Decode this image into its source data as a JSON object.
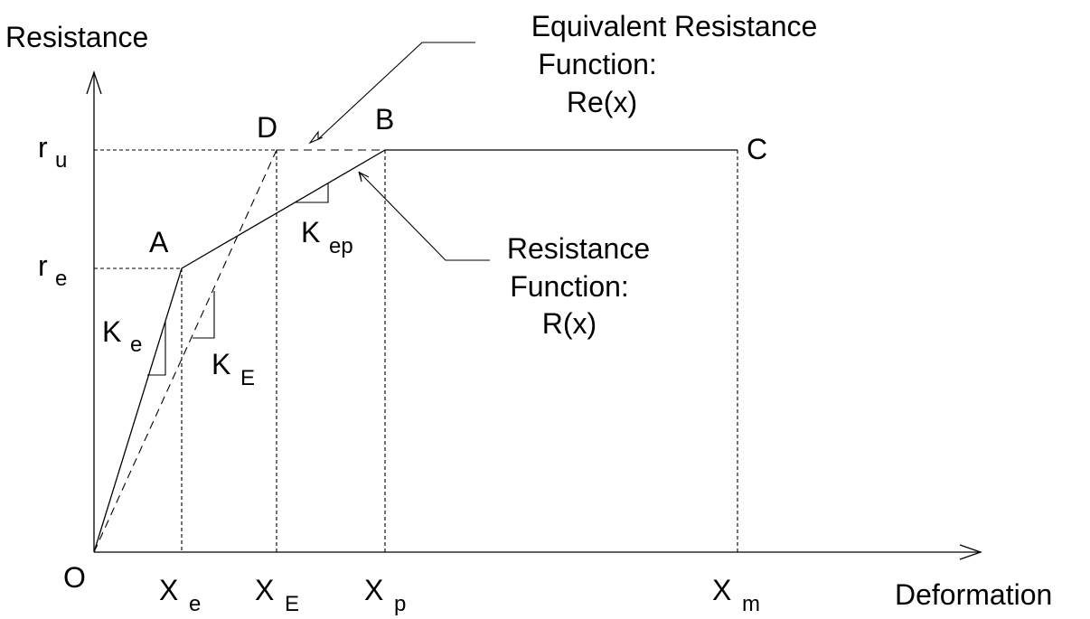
{
  "axes": {
    "y_title": "Resistance",
    "x_title": "Deformation",
    "origin": "O"
  },
  "y_levels": [
    {
      "id": "ru",
      "main": "r",
      "sub": "u"
    },
    {
      "id": "re",
      "main": "r",
      "sub": "e"
    }
  ],
  "x_marks": [
    {
      "id": "xe",
      "main": "X",
      "sub": "e"
    },
    {
      "id": "xE",
      "main": "X",
      "sub": "E"
    },
    {
      "id": "xp",
      "main": "X",
      "sub": "p"
    },
    {
      "id": "xm",
      "main": "X",
      "sub": "m"
    }
  ],
  "points": {
    "A": "A",
    "B": "B",
    "C": "C",
    "D": "D"
  },
  "slopes": [
    {
      "id": "ke",
      "main": "K",
      "sub": "e"
    },
    {
      "id": "kE",
      "main": "K",
      "sub": "E"
    },
    {
      "id": "kep",
      "main": "K",
      "sub": "ep"
    }
  ],
  "callouts": {
    "equivalent": {
      "line1": "Equivalent Resistance",
      "line2": "Function:",
      "line3": "Re(x)"
    },
    "resistance": {
      "line1": "Resistance",
      "line2": "Function:",
      "line3": "R(x)"
    }
  },
  "colors": {
    "ink": "#000000",
    "background": "#ffffff"
  }
}
